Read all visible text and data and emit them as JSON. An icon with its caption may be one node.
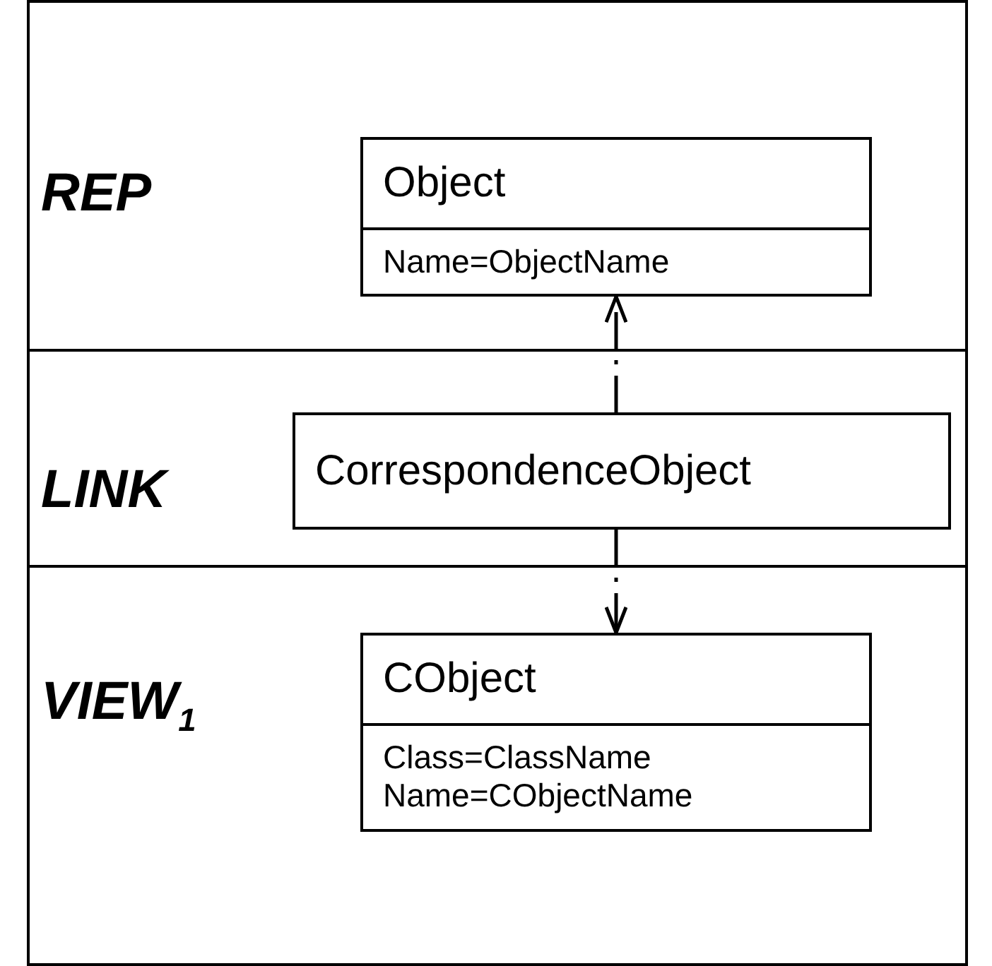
{
  "diagram": {
    "nodes": [
      {
        "text": [
          "REP"
        ]
      },
      {
        "text": [
          "Object",
          "Name=ObjectName"
        ],
        "in": 0
      },
      {
        "text": [
          "LINK"
        ]
      },
      {
        "text": [
          "CorrespondenceObject"
        ],
        "in": 2
      },
      {
        "text": [
          "VIEW$_{1}$"
        ]
      },
      {
        "text": [
          "CObject",
          "Class=ClassName Name=CObjectName"
        ],
        "in": 4
      }
    ],
    "edges": [
      {
        "from": 3,
        "to": 1,
        "arrow": "to",
        "style": "dashed"
      },
      {
        "from": 3,
        "to": 5,
        "arrow": "to",
        "style": "dashed"
      }
    ]
  }
}
